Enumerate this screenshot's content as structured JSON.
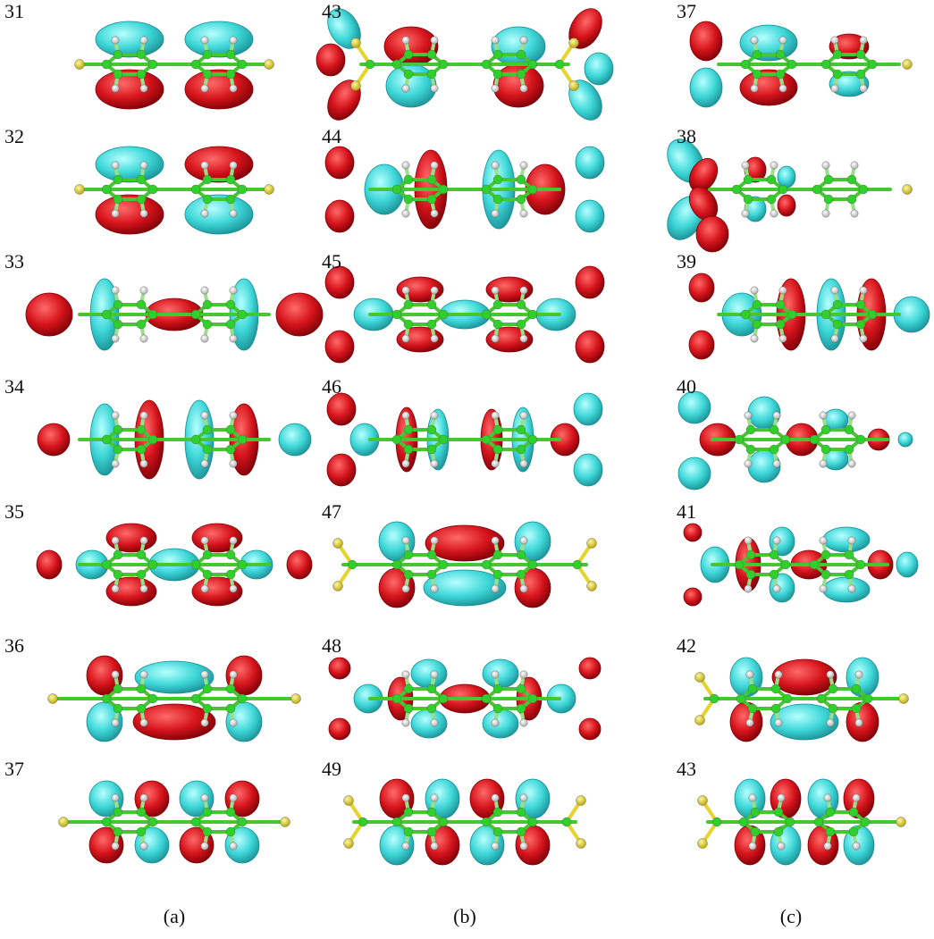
{
  "colors": {
    "lobe_positive": "#3ed7d8",
    "lobe_negative": "#d6141c",
    "carbon": "#2fd02a",
    "bond": "#46c630",
    "hydrogen": "#eaeaea",
    "sulfur": "#e4d42c",
    "background": "#ffffff"
  },
  "panels": [
    {
      "caption": "(a)",
      "orbitals": [
        {
          "label": "31",
          "kind": "a_dumbbell_same"
        },
        {
          "label": "32",
          "kind": "a_dumbbell_alt"
        },
        {
          "label": "33",
          "kind": "a_axial_wide"
        },
        {
          "label": "34",
          "kind": "a_bands"
        },
        {
          "label": "35",
          "kind": "a_ring_sigma"
        },
        {
          "label": "36",
          "kind": "a_pi_bridge"
        },
        {
          "label": "37",
          "kind": "a_pi_checker"
        }
      ]
    },
    {
      "caption": "(b)",
      "orbitals": [
        {
          "label": "43",
          "kind": "b_lone_pair_mix"
        },
        {
          "label": "44",
          "kind": "b_bands_end"
        },
        {
          "label": "45",
          "kind": "b_sigma_chain"
        },
        {
          "label": "46",
          "kind": "b_bands_narrow"
        },
        {
          "label": "47",
          "kind": "b_pi_bridge"
        },
        {
          "label": "48",
          "kind": "b_sigma_ring"
        },
        {
          "label": "49",
          "kind": "b_pi_checker"
        }
      ]
    },
    {
      "caption": "(c)",
      "orbitals": [
        {
          "label": "37",
          "kind": "c_mixed"
        },
        {
          "label": "38",
          "kind": "c_left_lobes"
        },
        {
          "label": "39",
          "kind": "c_bands"
        },
        {
          "label": "40",
          "kind": "c_sigma"
        },
        {
          "label": "41",
          "kind": "c_sigma_mixed"
        },
        {
          "label": "42",
          "kind": "c_pi_bridge"
        },
        {
          "label": "43",
          "kind": "c_pi_checker"
        }
      ]
    }
  ]
}
